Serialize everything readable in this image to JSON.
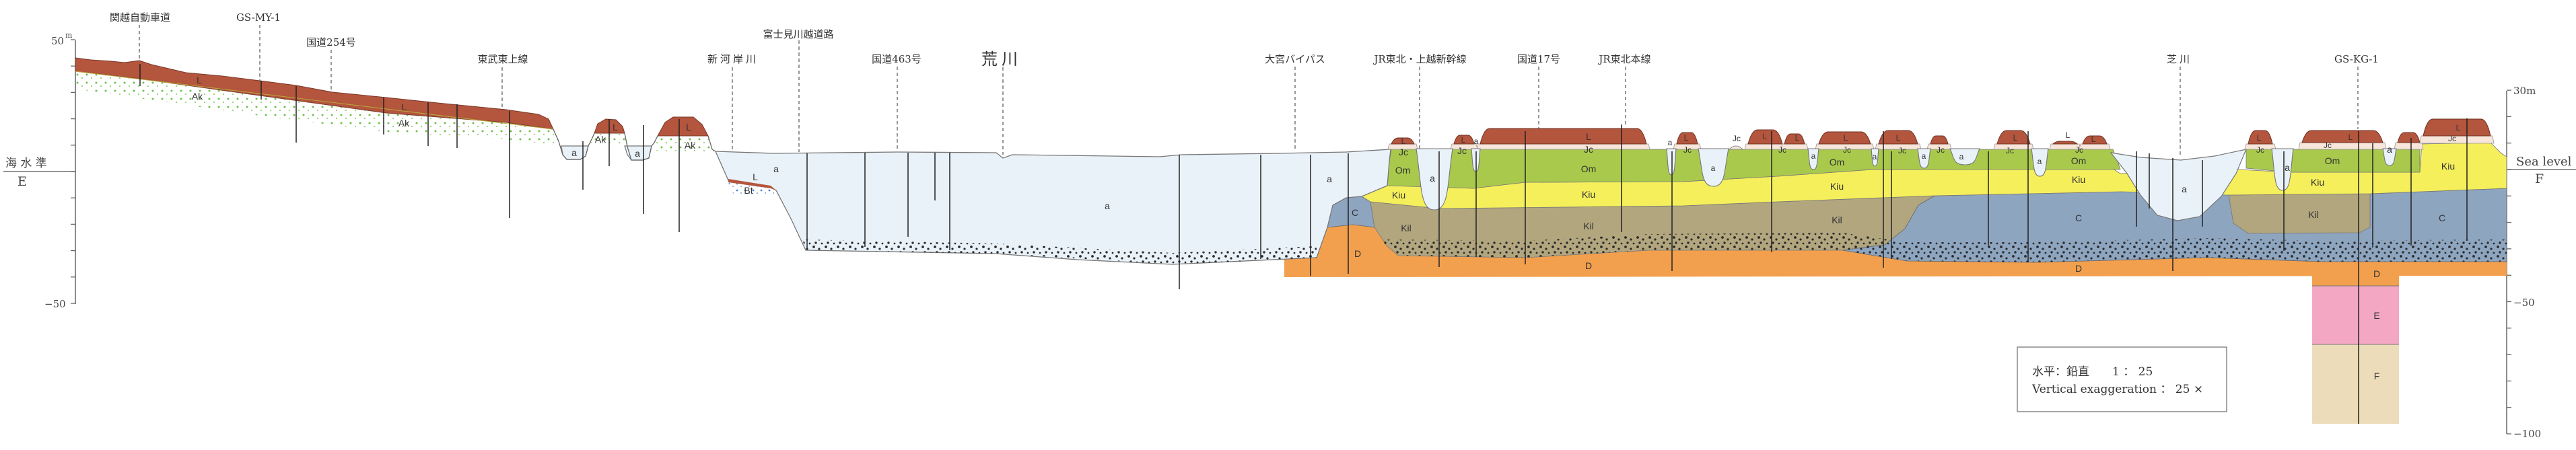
{
  "landmarks": [
    {
      "label": "関越自動車道"
    },
    {
      "label": "GS-MY-1"
    },
    {
      "label": "国道254号"
    },
    {
      "label": "東武東上線"
    },
    {
      "label": "新河岸川"
    },
    {
      "label": "富士見川越道路"
    },
    {
      "label": "国道463号"
    },
    {
      "label": "荒川"
    },
    {
      "label": "大宮バイパス"
    },
    {
      "label": "JR東北・上越新幹線"
    },
    {
      "label": "国道17号"
    },
    {
      "label": "JR東北本線"
    },
    {
      "label": "芝川"
    },
    {
      "label": "GS-KG-1"
    }
  ],
  "left_axis": {
    "top_label": "50",
    "unit": "m",
    "bottom_label": "−50",
    "sea_level_label": "海 水 準",
    "column_label": "E",
    "range_m": [
      -50,
      50
    ],
    "tick_step_m": 10
  },
  "right_axis": {
    "top_label": "30m",
    "mid_label": "−50",
    "bottom_label": "−100",
    "sea_level_label": "Sea level",
    "column_label": "F",
    "range_m": [
      -100,
      30
    ],
    "tick_step_m": 10
  },
  "units": {
    "L": "L",
    "Ak": "Ak",
    "a": "a",
    "Bt": "Bt",
    "Jc": "Jc",
    "Om": "Om",
    "Kiu": "Kiu",
    "Kil": "Kil",
    "C": "C",
    "D": "D",
    "E": "E",
    "F": "F"
  },
  "scale_box": {
    "line1": "水平：鉛直　　1 ： 25",
    "line2": "Vertical  exaggeration ： 25 ×"
  },
  "colors": {
    "L": "#b4553d",
    "Ak": "#6cc24a",
    "a": "#eaf2f9",
    "Bt": "#4a7fd0",
    "Jc": "#f8e6da",
    "Om": "#a9c94c",
    "Kiu": "#f5ef5c",
    "Kil": "#b2a67f",
    "C": "#8ea5c0",
    "D": "#f2a04e",
    "E": "#f3a7c2",
    "F": "#ecdcb9"
  }
}
